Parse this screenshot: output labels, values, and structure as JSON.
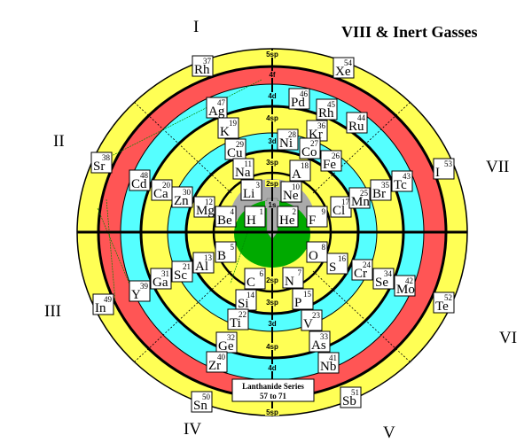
{
  "title": "VIII & Inert Gasses",
  "groups": [
    "I",
    "II",
    "III",
    "IV",
    "V",
    "VI",
    "VII"
  ],
  "shells_top": [
    "5sp",
    "4f",
    "4d",
    "4sp",
    "3d",
    "3sp",
    "2sp",
    "1s"
  ],
  "shells_bottom": [
    "2sp",
    "3sp",
    "3d",
    "4sp",
    "4d",
    "5sp"
  ],
  "lanthanide": {
    "line1": "Lanthanide Series",
    "line2": "57 to 71"
  },
  "colors": {
    "yellow": "#ffff55",
    "red": "#ff5555",
    "cyan": "#55ffff",
    "green": "#00aa00",
    "gray": "#aaaaaa"
  },
  "elements": [
    {
      "sym": "Rh",
      "num": "37"
    },
    {
      "sym": "Ag",
      "num": "47"
    },
    {
      "sym": "K",
      "num": "19"
    },
    {
      "sym": "Cu",
      "num": "29"
    },
    {
      "sym": "Na",
      "num": "11"
    },
    {
      "sym": "Li",
      "num": "3"
    },
    {
      "sym": "Sr",
      "num": "38"
    },
    {
      "sym": "Cd",
      "num": "48"
    },
    {
      "sym": "Ca",
      "num": "20"
    },
    {
      "sym": "Zn",
      "num": "30"
    },
    {
      "sym": "Mg",
      "num": "12"
    },
    {
      "sym": "Be",
      "num": "4"
    },
    {
      "sym": "H",
      "num": "1"
    },
    {
      "sym": "Xe",
      "num": "54"
    },
    {
      "sym": "Pd",
      "num": "46"
    },
    {
      "sym": "Rh",
      "num": "45"
    },
    {
      "sym": "Ru",
      "num": "44"
    },
    {
      "sym": "Kr",
      "num": "36"
    },
    {
      "sym": "Ni",
      "num": "28"
    },
    {
      "sym": "Co",
      "num": "27"
    },
    {
      "sym": "Fe",
      "num": "26"
    },
    {
      "sym": "A",
      "num": "18"
    },
    {
      "sym": "Ne",
      "num": "10"
    },
    {
      "sym": "He",
      "num": "2"
    },
    {
      "sym": "F",
      "num": "9"
    },
    {
      "sym": "Cl",
      "num": "17"
    },
    {
      "sym": "Mn",
      "num": "25"
    },
    {
      "sym": "Br",
      "num": "35"
    },
    {
      "sym": "Tc",
      "num": "43"
    },
    {
      "sym": "I",
      "num": "53"
    },
    {
      "sym": "B",
      "num": "5"
    },
    {
      "sym": "Al",
      "num": "13"
    },
    {
      "sym": "Sc",
      "num": "21"
    },
    {
      "sym": "Ga",
      "num": "31"
    },
    {
      "sym": "Y",
      "num": "39"
    },
    {
      "sym": "In",
      "num": "49"
    },
    {
      "sym": "C",
      "num": "6"
    },
    {
      "sym": "Si",
      "num": "14"
    },
    {
      "sym": "Ti",
      "num": "22"
    },
    {
      "sym": "Ge",
      "num": "32"
    },
    {
      "sym": "Zr",
      "num": "40"
    },
    {
      "sym": "Sn",
      "num": "50"
    },
    {
      "sym": "O",
      "num": "8"
    },
    {
      "sym": "S",
      "num": "16"
    },
    {
      "sym": "Cr",
      "num": "24"
    },
    {
      "sym": "Se",
      "num": "34"
    },
    {
      "sym": "Mo",
      "num": "42"
    },
    {
      "sym": "Te",
      "num": "52"
    },
    {
      "sym": "N",
      "num": "7"
    },
    {
      "sym": "P",
      "num": "15"
    },
    {
      "sym": "V",
      "num": "23"
    },
    {
      "sym": "As",
      "num": "33"
    },
    {
      "sym": "Nb",
      "num": "41"
    },
    {
      "sym": "Sb",
      "num": "51"
    }
  ]
}
